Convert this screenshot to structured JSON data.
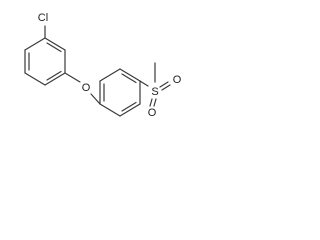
{
  "molecule": {
    "atoms": {
      "chlorine": "Cl",
      "ether_oxygen": "O",
      "sulfur": "S",
      "sulfonyl_oxygen_1": "O",
      "sulfonyl_oxygen_2": "O"
    }
  }
}
